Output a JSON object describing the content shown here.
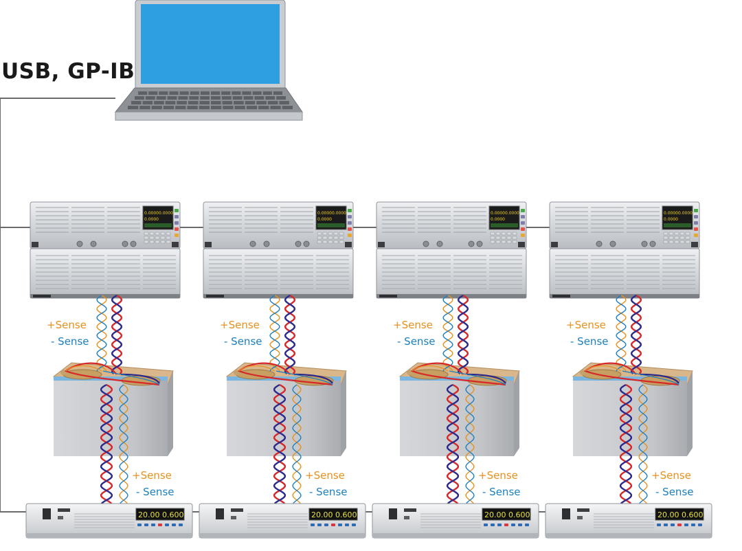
{
  "interface_label": "USB, GP-IB",
  "sense": {
    "plus": "+Sense",
    "minus": "- Sense"
  },
  "displays": {
    "load_line1": "0.0000",
    "load_line1b": "0.0000",
    "load_line2": "0.0000",
    "supply_left": "20.00",
    "supply_right": "0.600"
  },
  "colors": {
    "plus_sense": "#e8901c",
    "minus_sense": "#1b7fc0",
    "wire_red": "#d62828",
    "wire_blue": "#2b2a8c",
    "screen": "#2d9fe0",
    "battery_body": "#c7c9cc",
    "battery_top": "#d8b27a"
  },
  "channel_count": 4
}
